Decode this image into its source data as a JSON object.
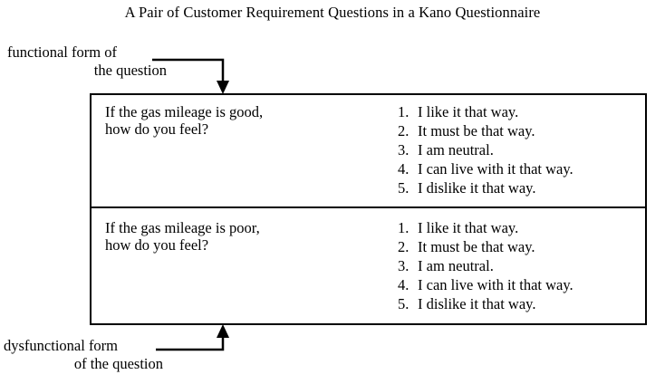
{
  "title": "A Pair of Customer Requirement Questions in a Kano Questionnaire",
  "annotations": {
    "functional": {
      "line1": "functional form of",
      "line2": "the question",
      "arrow_icon": "arrow-down-icon"
    },
    "dysfunctional": {
      "line1": "dysfunctional form",
      "line2": "of the question",
      "arrow_icon": "arrow-up-icon"
    }
  },
  "table": {
    "rows": [
      {
        "form": "functional",
        "question": {
          "line1": "If the gas mileage is good,",
          "line2": "how do you feel?"
        },
        "options": [
          {
            "num": "1.",
            "text": "I like it that way."
          },
          {
            "num": "2.",
            "text": "It must be that way."
          },
          {
            "num": "3.",
            "text": "I am neutral."
          },
          {
            "num": "4.",
            "text": "I can live with it that way."
          },
          {
            "num": "5.",
            "text": "I dislike it that way."
          }
        ]
      },
      {
        "form": "dysfunctional",
        "question": {
          "line1": "If the gas mileage is poor,",
          "line2": "how do you feel?"
        },
        "options": [
          {
            "num": "1.",
            "text": "I like it that way."
          },
          {
            "num": "2.",
            "text": "It must be that way."
          },
          {
            "num": "3.",
            "text": "I am neutral."
          },
          {
            "num": "4.",
            "text": "I can live with it that way."
          },
          {
            "num": "5.",
            "text": "I dislike it that way."
          }
        ]
      }
    ]
  },
  "colors": {
    "ink": "#000000",
    "paper": "#ffffff"
  }
}
